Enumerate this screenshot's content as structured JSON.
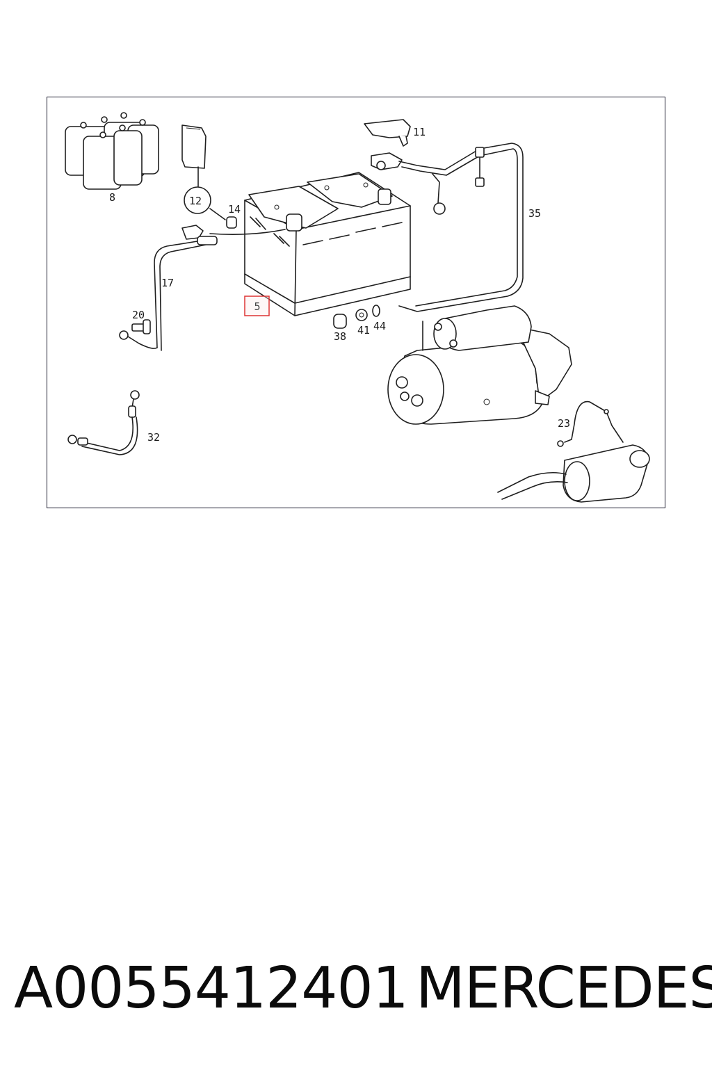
{
  "diagram": {
    "callouts": {
      "c8": "8",
      "c11": "11",
      "c12": "12",
      "c14": "14",
      "c17": "17",
      "c20": "20",
      "c35": "35",
      "c5": "5",
      "c38": "38",
      "c41": "41",
      "c44": "44",
      "c32": "32",
      "c23": "23"
    },
    "highlighted_part": "5",
    "highlight_color": "#dd3333"
  },
  "footer": {
    "part_number": "A0055412401",
    "brand": "MERCEDES"
  }
}
